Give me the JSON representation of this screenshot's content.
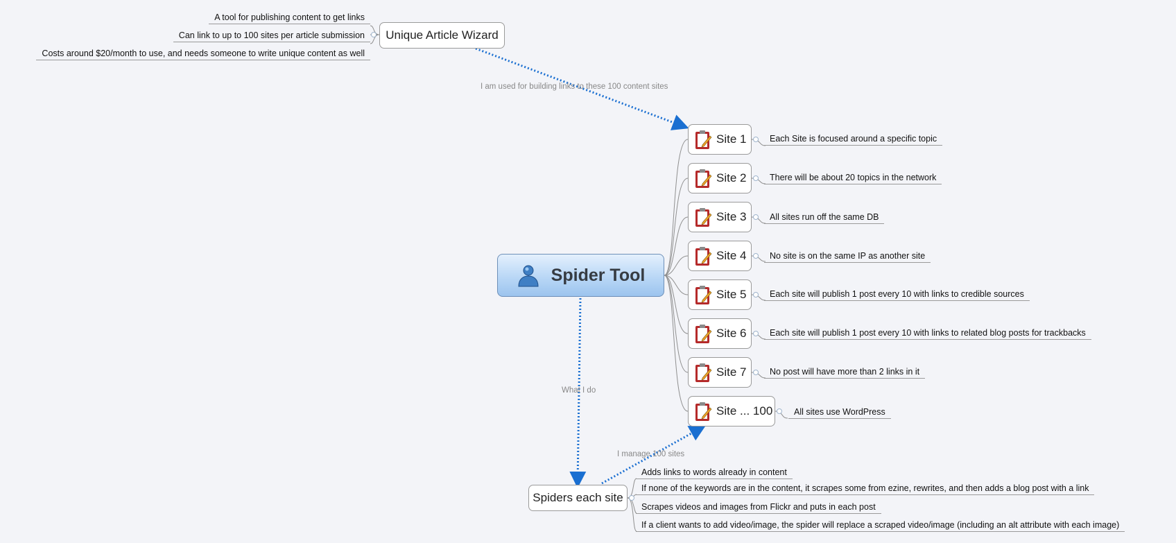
{
  "central": {
    "label": "Spider Tool",
    "icon": "user-icon"
  },
  "wizard": {
    "label": "Unique Article Wizard",
    "notes": [
      "A tool for publishing content to get links",
      "Can link to up to 100 sites per article submission",
      "Costs around $20/month to use, and needs someone to write unique content as well"
    ]
  },
  "sites": [
    {
      "label": "Site 1",
      "note": "Each Site is focused around a specific topic"
    },
    {
      "label": "Site 2",
      "note": "There will be about 20 topics in the network"
    },
    {
      "label": "Site 3",
      "note": "All sites run off the same DB"
    },
    {
      "label": "Site 4",
      "note": "No site is on the same IP as another site"
    },
    {
      "label": "Site 5",
      "note": "Each site will publish 1 post every 10 with links to credible sources"
    },
    {
      "label": "Site 6",
      "note": "Each site will publish 1 post every 10 with links to related blog posts for trackbacks"
    },
    {
      "label": "Site 7",
      "note": "No post will have more than 2 links in it"
    },
    {
      "label": "Site ... 100",
      "note": "All sites use WordPress"
    }
  ],
  "spiders": {
    "label": "Spiders each site",
    "notes": [
      "Adds links to words already in content",
      "If none of the keywords are in the content, it scrapes some from ezine, rewrites, and then adds a blog post with a link",
      "Scrapes videos and images from Flickr and puts in each post",
      "If a client wants to add video/image, the spider will replace a scraped video/image (including an alt attribute with each image)"
    ]
  },
  "relationships": {
    "wizard_to_sites": "I am used for building links to these 100  content sites",
    "central_to_spiders": "What I do",
    "spiders_to_sites": "I manage 100 sites"
  },
  "colors": {
    "relationship_line": "#1a6fd1",
    "branch_line": "#8f8f8f"
  }
}
